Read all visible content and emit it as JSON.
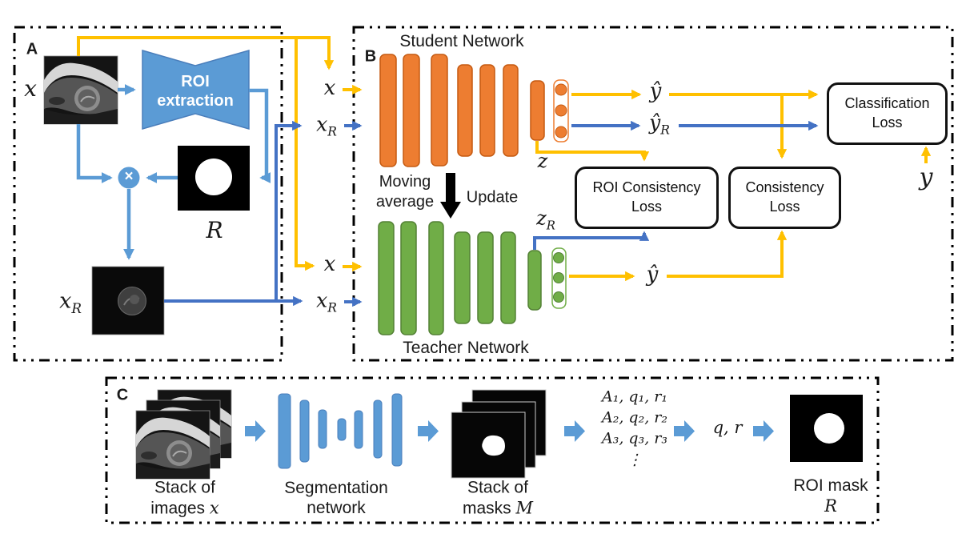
{
  "colors": {
    "orange": "#ED7D31",
    "orange_dark": "#C55A11",
    "green": "#70AD47",
    "green_dark": "#538135",
    "blue_shape": "#5B9BD5",
    "flow_yellow": "#FFC000",
    "flow_blue": "#4472C4",
    "border_black": "#000000"
  },
  "panel_a": {
    "label": "A",
    "x_label": "x",
    "roi_extraction": {
      "line1": "ROI",
      "line2": "extraction"
    },
    "multiply": "×",
    "r_label": "R",
    "xr_label": {
      "main": "x",
      "sub": "R"
    }
  },
  "io_labels": {
    "student_x": "x",
    "student_xr": {
      "main": "x",
      "sub": "R"
    },
    "teacher_x": "x",
    "teacher_xr": {
      "main": "x",
      "sub": "R"
    }
  },
  "panel_b": {
    "label": "B",
    "student_title": "Student Network",
    "teacher_title": "Teacher Network",
    "moving_average": {
      "line1": "Moving",
      "line2": "average"
    },
    "update_label": "Update",
    "z_label": "z",
    "zr_label": {
      "main": "z",
      "sub": "R"
    },
    "student_yhat": "ŷ",
    "student_yhat_r": {
      "main": "ŷ",
      "sub": "R"
    },
    "teacher_yhat": "ŷ",
    "y_label": "y",
    "roi_consistency_loss": {
      "line1": "ROI Consistency",
      "line2": "Loss"
    },
    "consistency_loss": {
      "line1": "Consistency",
      "line2": "Loss"
    },
    "classification_loss": {
      "line1": "Classification",
      "line2": "Loss"
    }
  },
  "panel_c": {
    "label": "C",
    "stack_images_caption": {
      "line1": "Stack of",
      "line2_text": "images",
      "line2_math": "x"
    },
    "segmentation_caption": {
      "line1": "Segmentation",
      "line2": "network"
    },
    "stack_masks_caption": {
      "line1": "Stack of",
      "line2_text": "masks",
      "line2_math": "M"
    },
    "formulas": {
      "row1": "A₁, q₁, r₁",
      "row2": "A₂, q₂, r₂",
      "row3": "A₃, q₃, r₃",
      "dots": "⋮"
    },
    "qr_label": "q, r",
    "roi_mask_caption": {
      "line1": "ROI mask",
      "line2": "R"
    }
  }
}
